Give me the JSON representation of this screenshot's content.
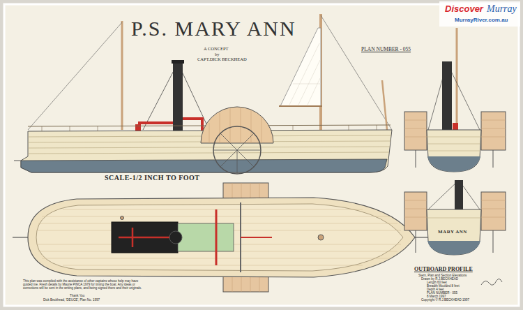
{
  "diagram": {
    "title": "P.S. MARY ANN",
    "labels": [
      "A CONCEPT",
      "by",
      "CAPT.DICK BECKHEAD",
      "PLAN NUMBER - 055",
      "Discover",
      "Murray",
      "MurrayRiver.com.au",
      "SCALE-1/2 INCH TO FOOT",
      "MARY ANN",
      "OUTBOARD PROFILE",
      "Stern, Plan and Section Elevations",
      "Drawn by R.J.BECKHEAD",
      "Length 60 feet",
      "Breadth Moulded 8 feet",
      "Depth 4 feet",
      "PLAN NUMBER - 055",
      "8 March 1997",
      "Copyright © R.J.BECKHEAD 1997",
      "This plan was compiled with the assistance of other captains whose help may have guided me. Fresh details by Maurie PINCA 1979 for timing the boat. Any ideas or corrections will be sent in the writing plans, and being signed there and their originals.",
      "Thank You",
      "Dick Beckhead, 'DEUCE', Plan No. 1997"
    ]
  }
}
